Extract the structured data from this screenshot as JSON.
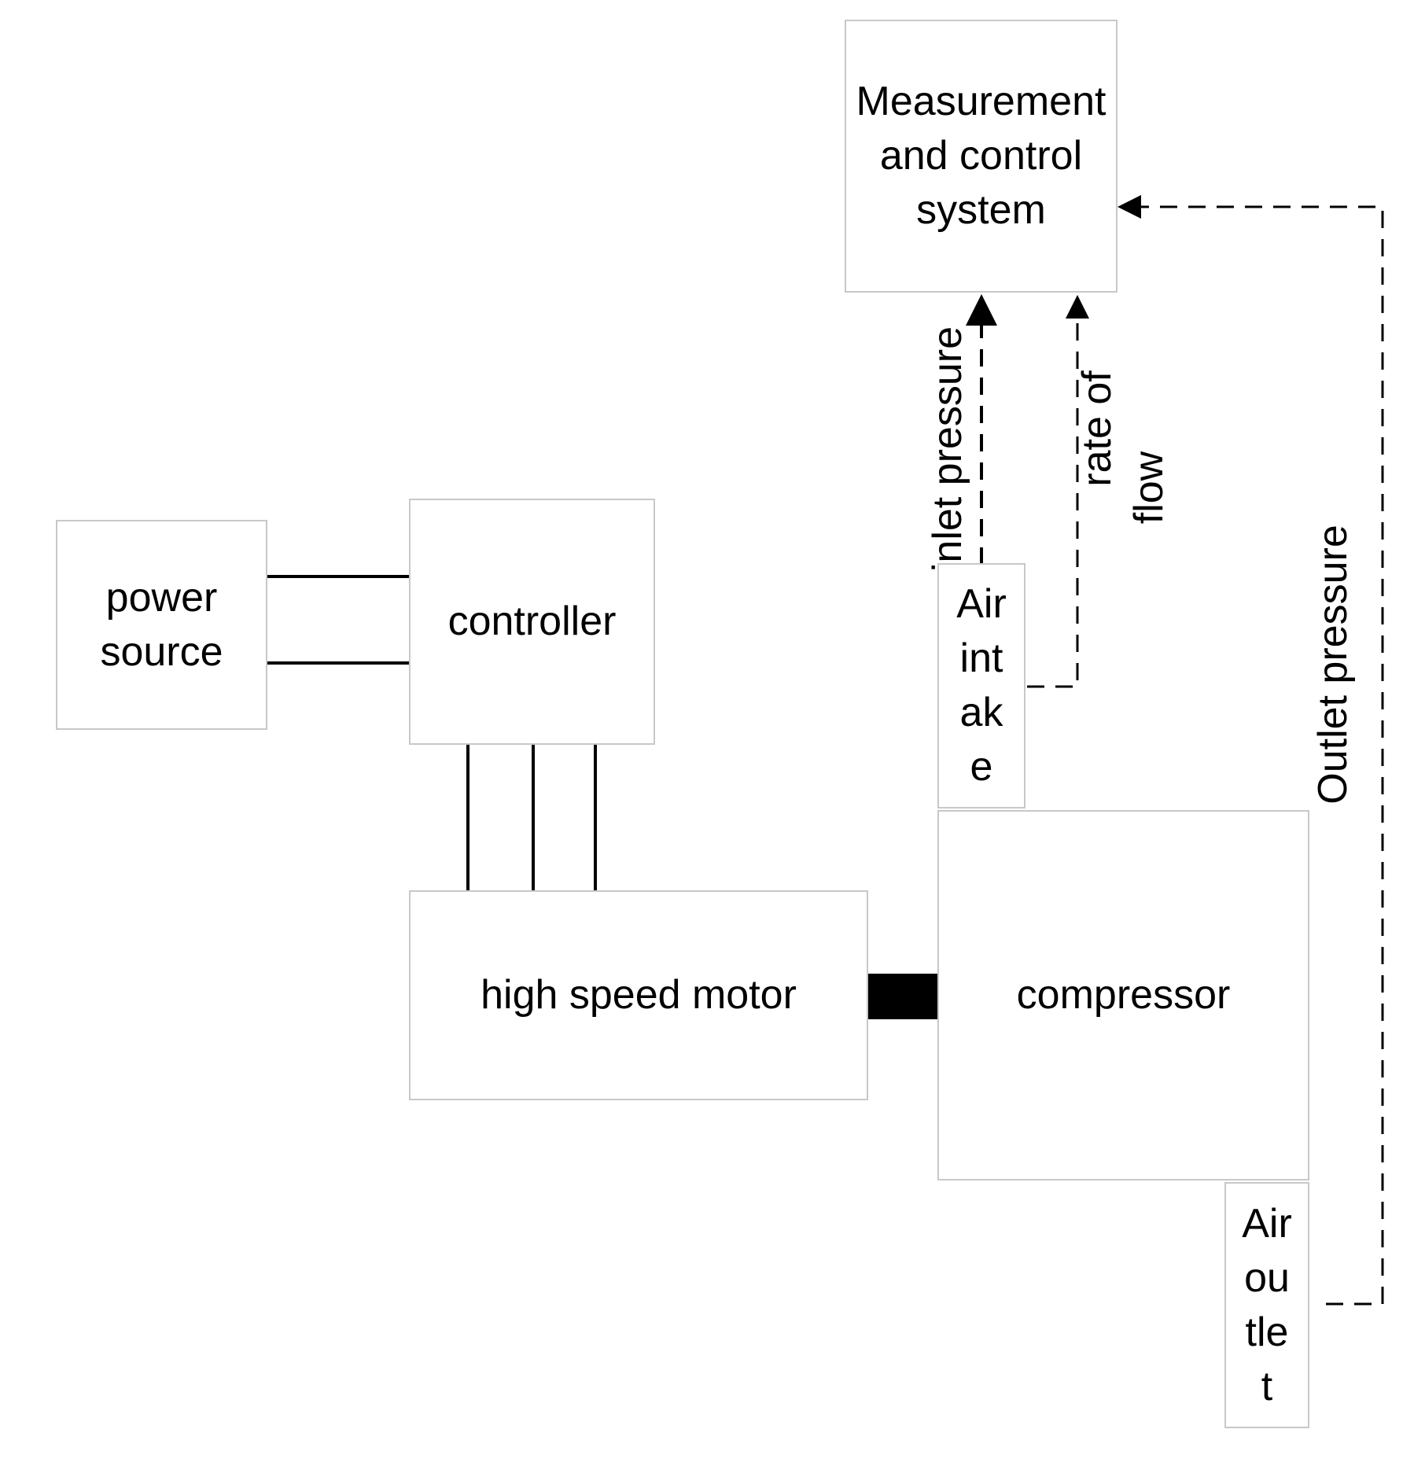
{
  "blocks": {
    "power_source": "power source",
    "controller": "controller",
    "motor": "high speed motor",
    "compressor": "compressor",
    "measurement": "Measurement and control system",
    "air_intake": "Air intake",
    "air_outlet": "Air outlet"
  },
  "signals": {
    "inlet_pressure": "inlet pressure",
    "flow_line1": "rate of",
    "flow_line2": "flow",
    "outlet_pressure": "Outlet pressure"
  },
  "colors": {
    "border": "#c8c8c8",
    "line": "#000000",
    "coupling": "#000000"
  }
}
